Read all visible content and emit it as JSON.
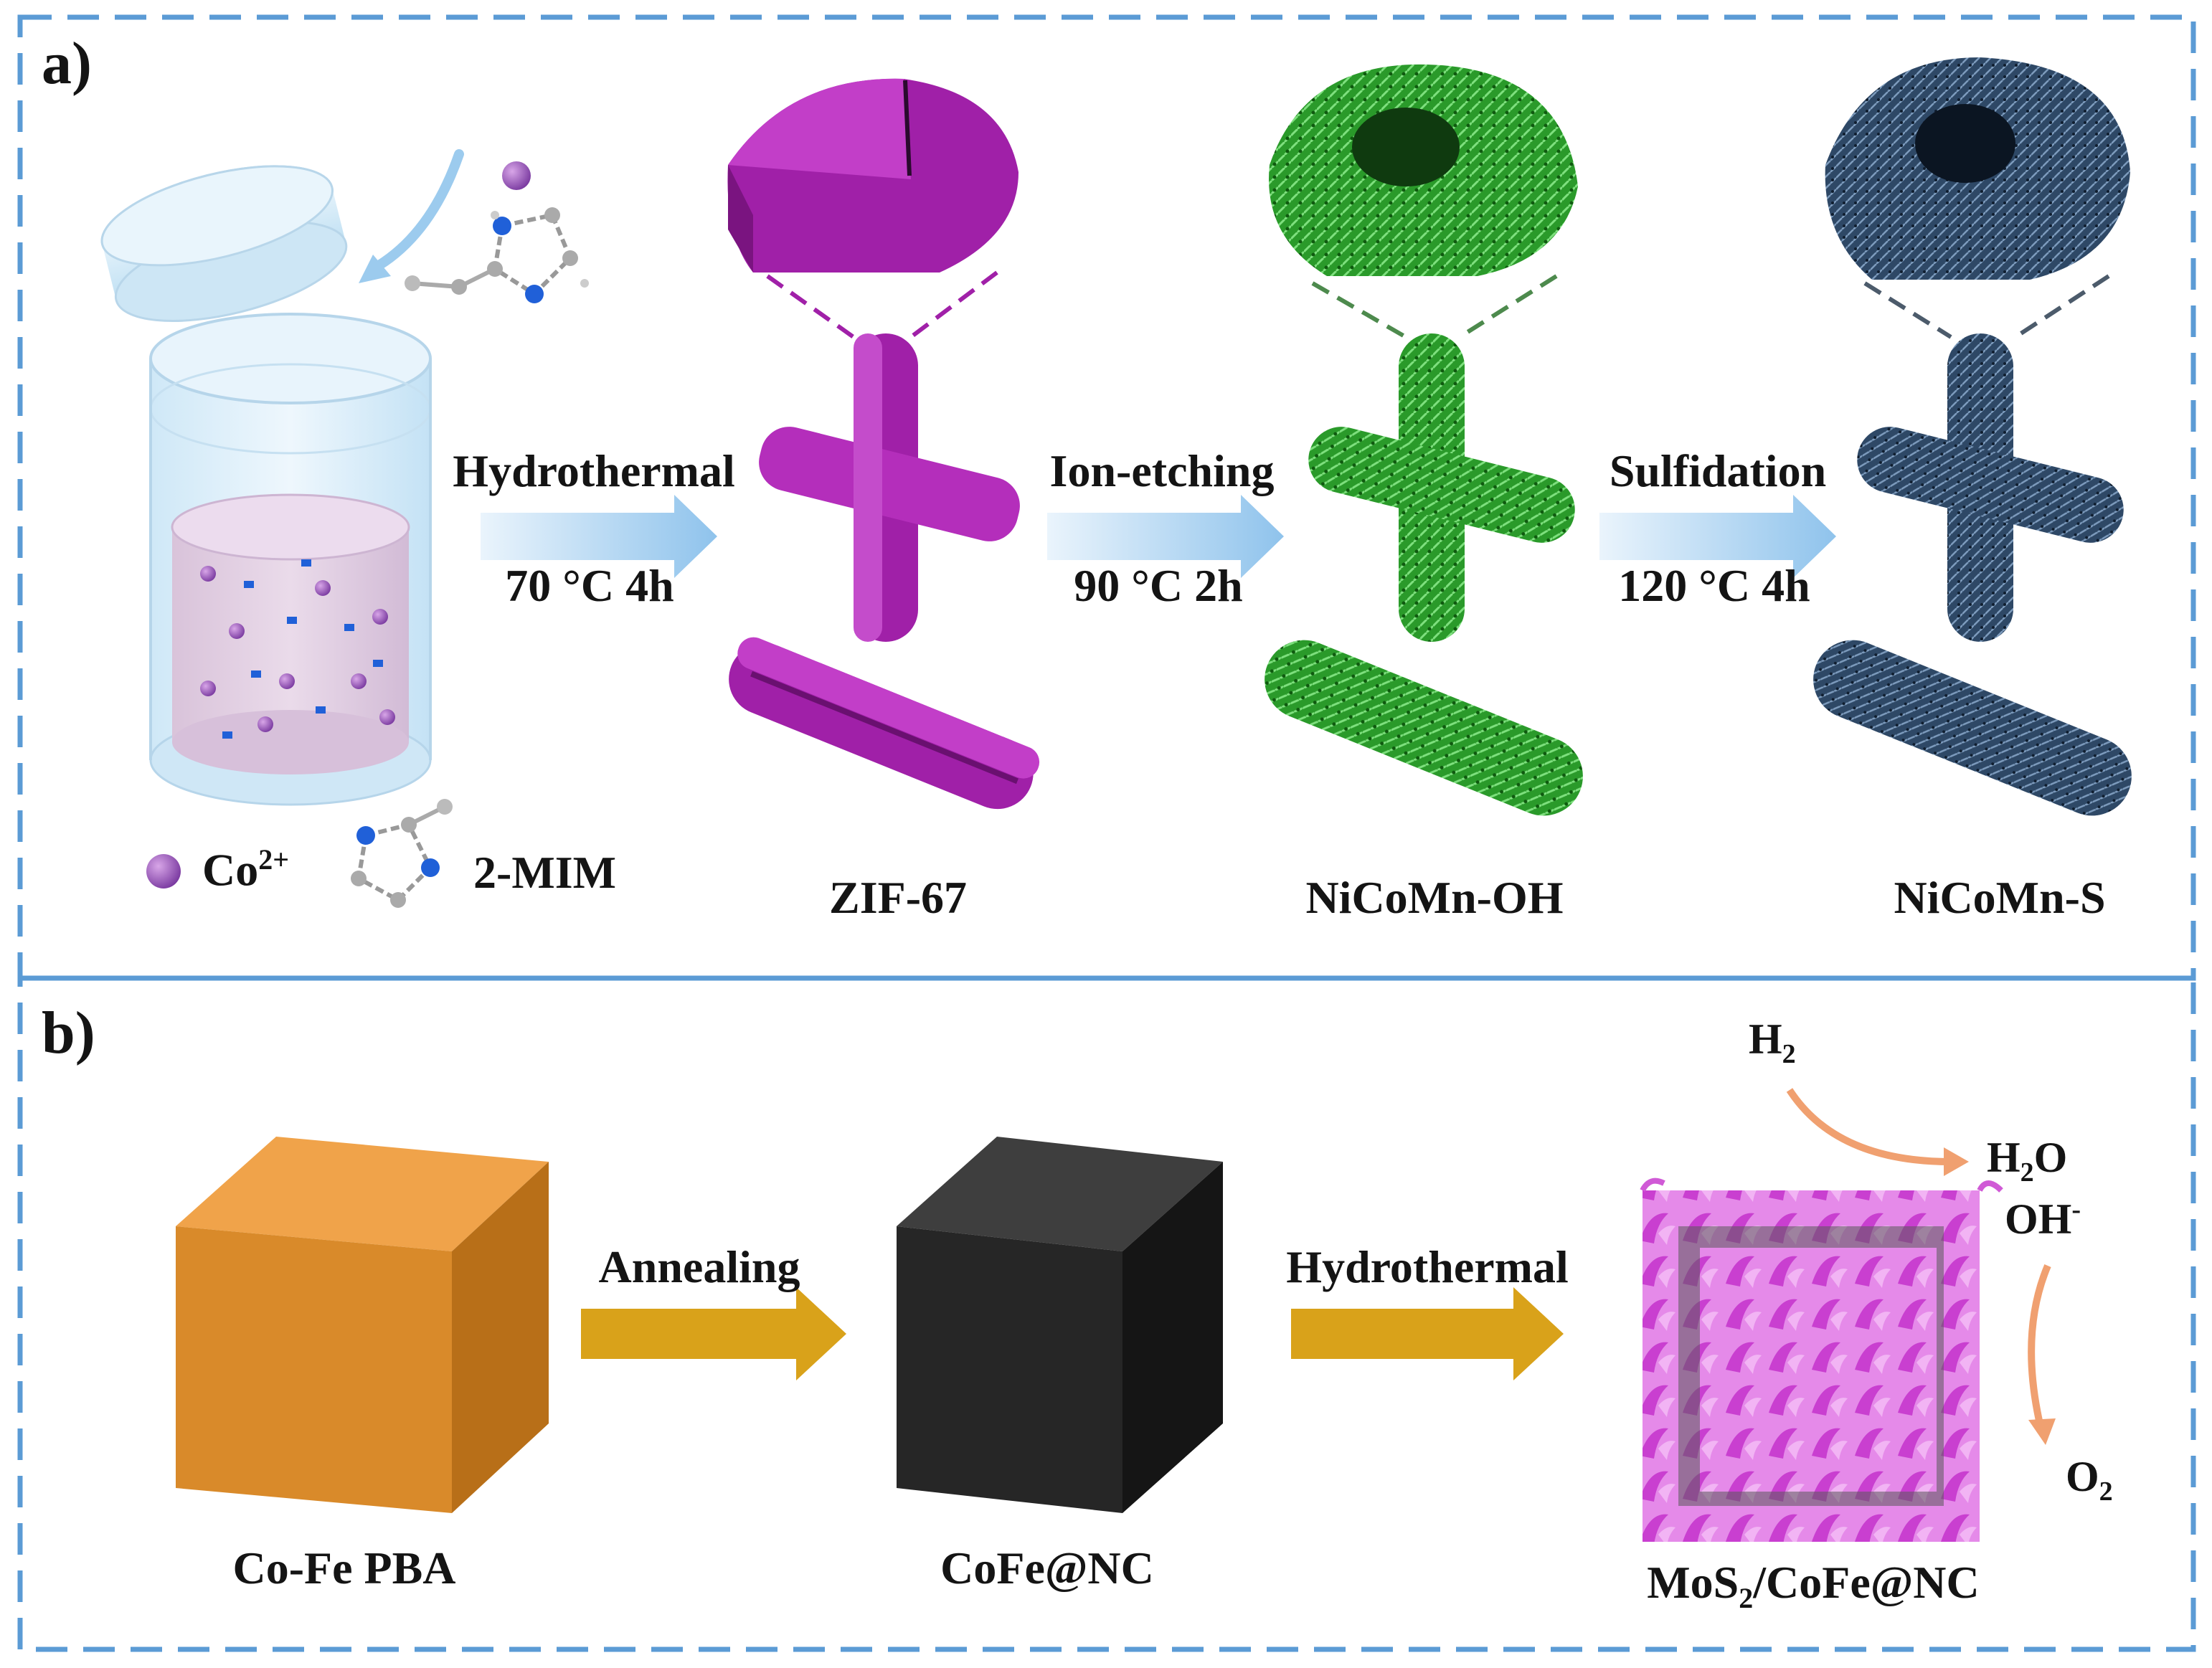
{
  "panel_a": {
    "label": "a)",
    "legend": {
      "co_ion": "Co",
      "co_ion_charge": "2+",
      "ligand": "2-MIM"
    },
    "steps": [
      {
        "method": "Hydrothermal",
        "condition": "70 °C 4h"
      },
      {
        "method": "Ion-etching",
        "condition": "90 °C 2h"
      },
      {
        "method": "Sulfidation",
        "condition": "120 °C 4h"
      }
    ],
    "products": [
      "ZIF-67",
      "NiCoMn-OH",
      "NiCoMn-S"
    ]
  },
  "panel_b": {
    "label": "b)",
    "steps": [
      "Annealing",
      "Hydrothermal"
    ],
    "products": {
      "pba": "Co-Fe PBA",
      "cofe": "CoFe@NC",
      "mos2_prefix": "MoS",
      "mos2_sub": "2",
      "mos2_suffix": "/CoFe@NC"
    },
    "species": {
      "h2": "H",
      "h2_sub": "2",
      "h2o_a": "H",
      "h2o_sub": "2",
      "h2o_b": "O",
      "oh": "OH",
      "oh_sup": "-",
      "o2": "O",
      "o2_sub": "2"
    }
  },
  "colors": {
    "border": "#5b9bd5",
    "zif67": "#a020a8",
    "nicomn_oh": "#2a9a2a",
    "nicomn_s": "#2e4866",
    "pba_cube": "#e08a2c",
    "cofe_cube": "#2a2a2a",
    "mos2": "#e066e6",
    "arrow_a": "#9ccbee",
    "arrow_b": "#d9a21a",
    "reaction_arrow": "#f0a070"
  }
}
